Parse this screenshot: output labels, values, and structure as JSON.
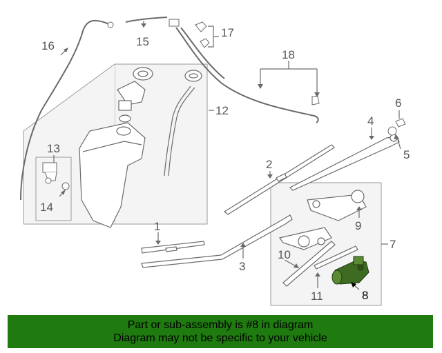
{
  "diagram": {
    "callouts": [
      {
        "id": "c1",
        "label": "1"
      },
      {
        "id": "c2",
        "label": "2"
      },
      {
        "id": "c3",
        "label": "3"
      },
      {
        "id": "c4",
        "label": "4"
      },
      {
        "id": "c5",
        "label": "5"
      },
      {
        "id": "c6",
        "label": "6"
      },
      {
        "id": "c7",
        "label": "7"
      },
      {
        "id": "c8",
        "label": "8"
      },
      {
        "id": "c9",
        "label": "9"
      },
      {
        "id": "c10",
        "label": "10"
      },
      {
        "id": "c11",
        "label": "11"
      },
      {
        "id": "c12",
        "label": "12"
      },
      {
        "id": "c13",
        "label": "13"
      },
      {
        "id": "c14",
        "label": "14"
      },
      {
        "id": "c15",
        "label": "15"
      },
      {
        "id": "c16",
        "label": "16"
      },
      {
        "id": "c17",
        "label": "17"
      },
      {
        "id": "c18",
        "label": "18"
      }
    ],
    "highlighted_part": "8",
    "colors": {
      "line": "#6a6a6a",
      "box_border": "#9a9a9a",
      "box_fill": "#f4f4f4",
      "highlight_fill": "#3e6b22",
      "banner_bg": "#1f7a10"
    }
  },
  "banner": {
    "line1": "Part or sub-assembly is #8 in diagram",
    "line2": "Diagram may not be specific to your vehicle"
  }
}
